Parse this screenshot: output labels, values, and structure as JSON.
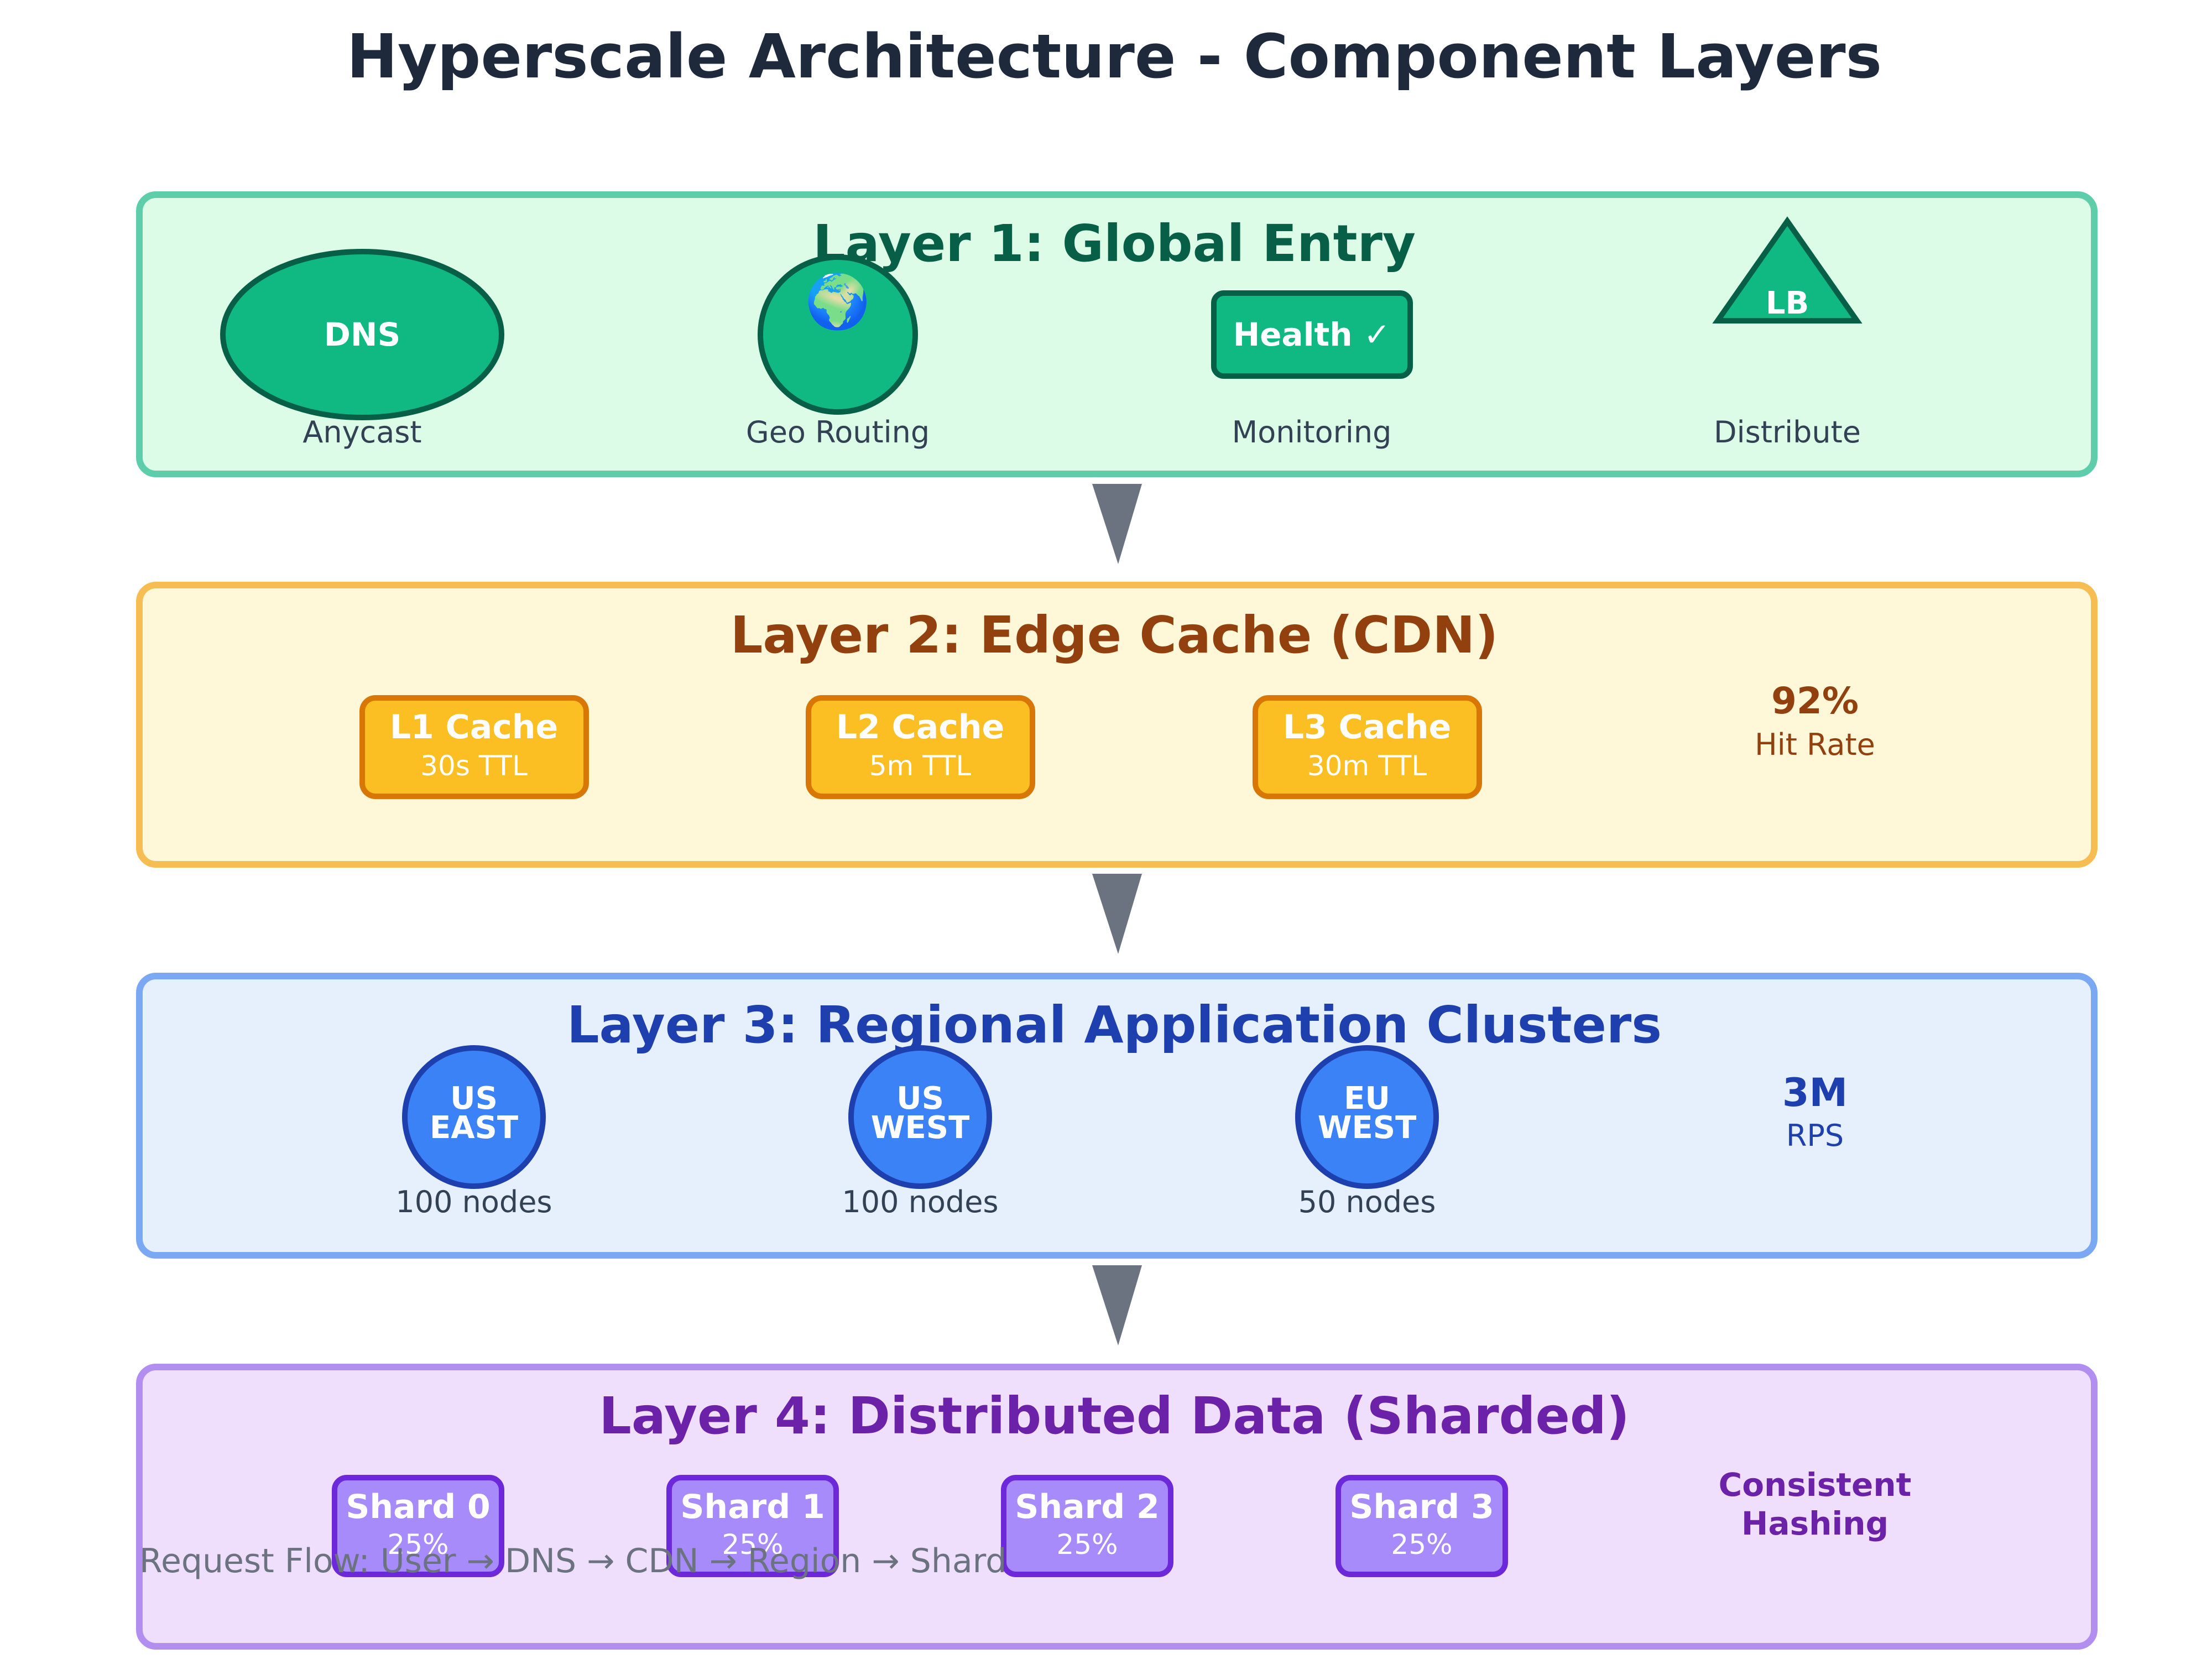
{
  "title": "Hyperscale Architecture - Component Layers",
  "layers": [
    {
      "title": "Layer 1: Global Entry",
      "colors": {
        "fill": "#dcfce7",
        "stroke": "#5eceaa",
        "title": "#065f46"
      },
      "items": [
        {
          "label": "DNS",
          "caption": "Anycast"
        },
        {
          "label": "🌍",
          "caption": "Geo Routing"
        },
        {
          "label": "Health ✓",
          "caption": "Monitoring"
        },
        {
          "label": "LB",
          "caption": "Distribute"
        }
      ]
    },
    {
      "title": "Layer 2: Edge Cache (CDN)",
      "colors": {
        "fill": "#fef7d8",
        "stroke": "#f6bd52",
        "title": "#92400e"
      },
      "items": [
        {
          "label": "L1 Cache",
          "sub": "30s TTL"
        },
        {
          "label": "L2 Cache",
          "sub": "5m TTL"
        },
        {
          "label": "L3 Cache",
          "sub": "30m TTL"
        }
      ],
      "metric": {
        "value": "92%",
        "label": "Hit Rate"
      }
    },
    {
      "title": "Layer 3: Regional Application Clusters",
      "colors": {
        "fill": "#e6f0fd",
        "stroke": "#7aa8f3",
        "title": "#1e40af"
      },
      "items": [
        {
          "line1": "US",
          "line2": "EAST",
          "caption": "100 nodes"
        },
        {
          "line1": "US",
          "line2": "WEST",
          "caption": "100 nodes"
        },
        {
          "line1": "EU",
          "line2": "WEST",
          "caption": "50 nodes"
        }
      ],
      "metric": {
        "value": "3M",
        "label": "RPS"
      }
    },
    {
      "title": "Layer 4: Distributed Data (Sharded)",
      "colors": {
        "fill": "#efdffc",
        "stroke": "#b18ef0",
        "title": "#6b21a8"
      },
      "items": [
        {
          "label": "Shard 0",
          "sub": "25%"
        },
        {
          "label": "Shard 1",
          "sub": "25%"
        },
        {
          "label": "Shard 2",
          "sub": "25%"
        },
        {
          "label": "Shard 3",
          "sub": "25%"
        }
      ],
      "note": {
        "line1": "Consistent",
        "line2": "Hashing"
      }
    }
  ],
  "footer": "Request Flow: User → DNS → CDN → Region → Shard"
}
